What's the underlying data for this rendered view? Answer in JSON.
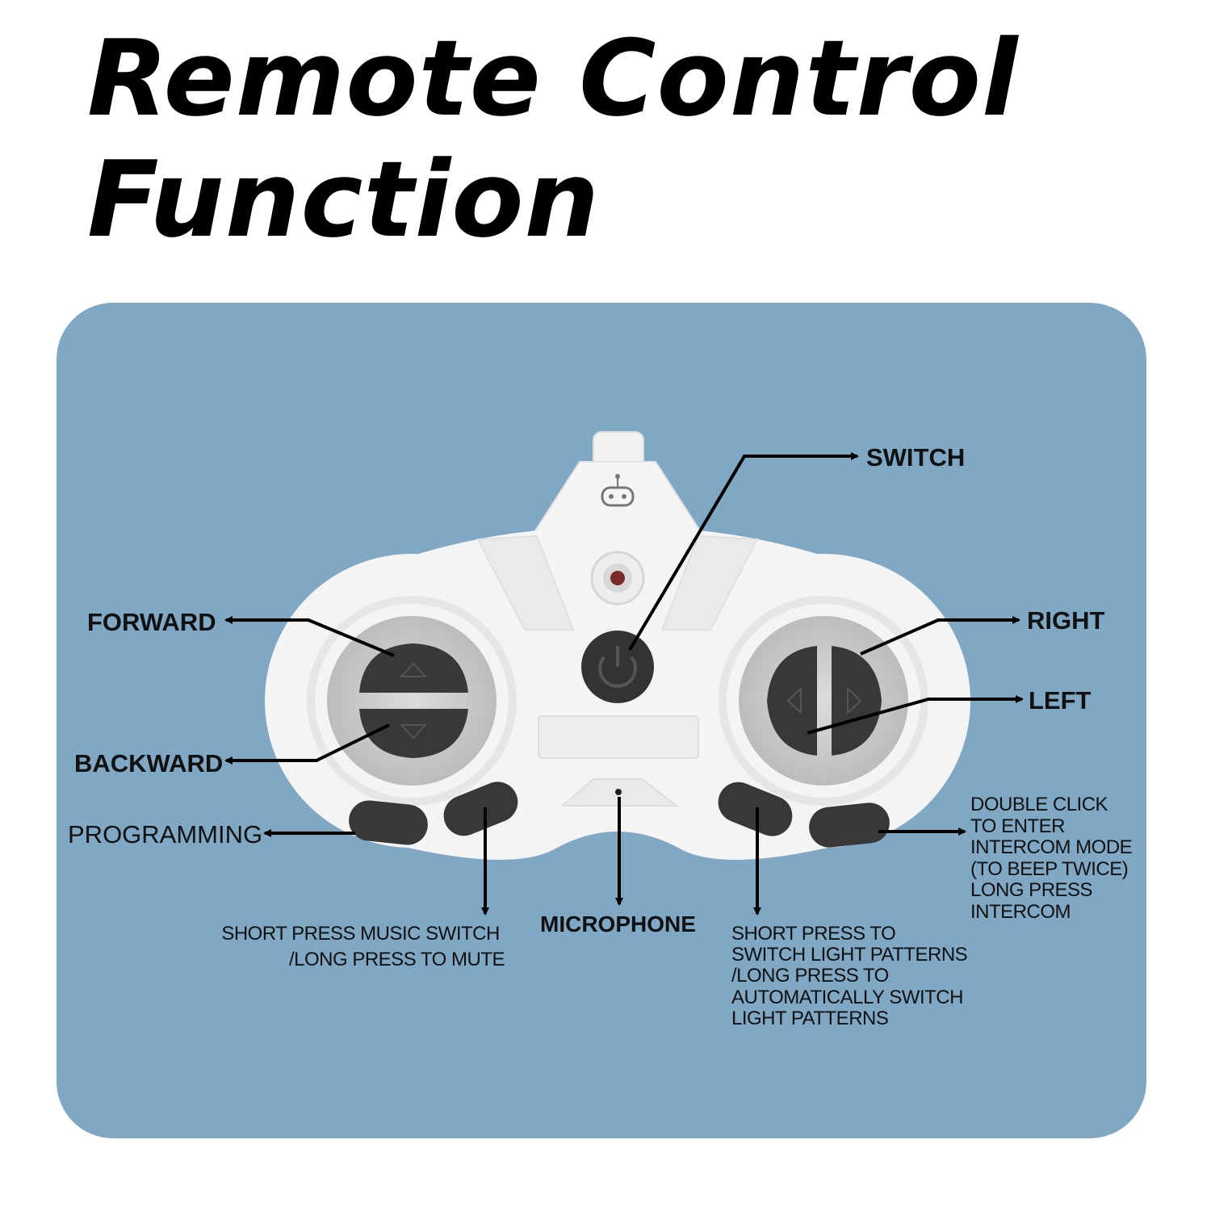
{
  "title": {
    "line1": "Remote Control",
    "line2": "Function"
  },
  "colors": {
    "panel": "#80a7c4",
    "controller_body": "#f4f4f4",
    "buttons": "#3a3a3a"
  },
  "labels": {
    "switch": "SWITCH",
    "forward": "FORWARD",
    "backward": "BACKWARD",
    "right": "RIGHT",
    "left": "LEFT",
    "programming": "PROGRAMMING",
    "microphone": "MICROPHONE",
    "music": [
      "SHORT PRESS MUSIC SWITCH",
      "/LONG PRESS TO MUTE"
    ],
    "light": [
      "SHORT PRESS TO",
      "SWITCH LIGHT PATTERNS",
      "/LONG PRESS TO",
      "AUTOMATICALLY SWITCH",
      "LIGHT PATTERNS"
    ],
    "intercom": [
      "DOUBLE CLICK",
      "TO ENTER",
      "INTERCOM MODE",
      "(TO BEEP TWICE)",
      "LONG PRESS",
      "INTERCOM"
    ]
  }
}
